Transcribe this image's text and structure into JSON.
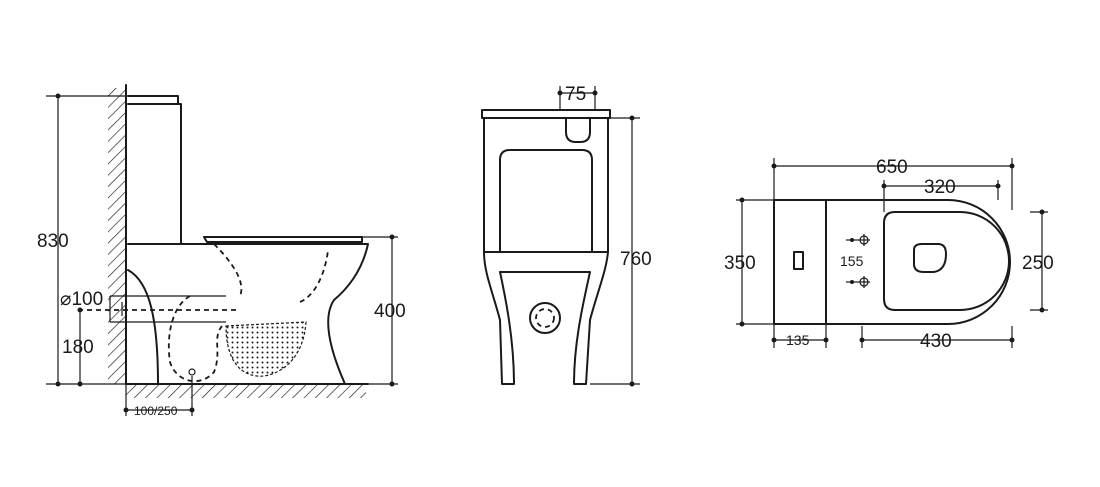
{
  "side_view": {
    "height_total": "830",
    "outlet_diameter": "⌀100",
    "outlet_height": "180",
    "seat_height": "400",
    "rough_in": "100/250"
  },
  "front_view": {
    "button_offset": "75",
    "height_tank": "760"
  },
  "top_view": {
    "length_total": "650",
    "bowl_length": "320",
    "tank_depth": "350",
    "bowl_width": "250",
    "mounting_spacing": "155",
    "tank_offset": "135",
    "bowl_length_lower": "430"
  }
}
